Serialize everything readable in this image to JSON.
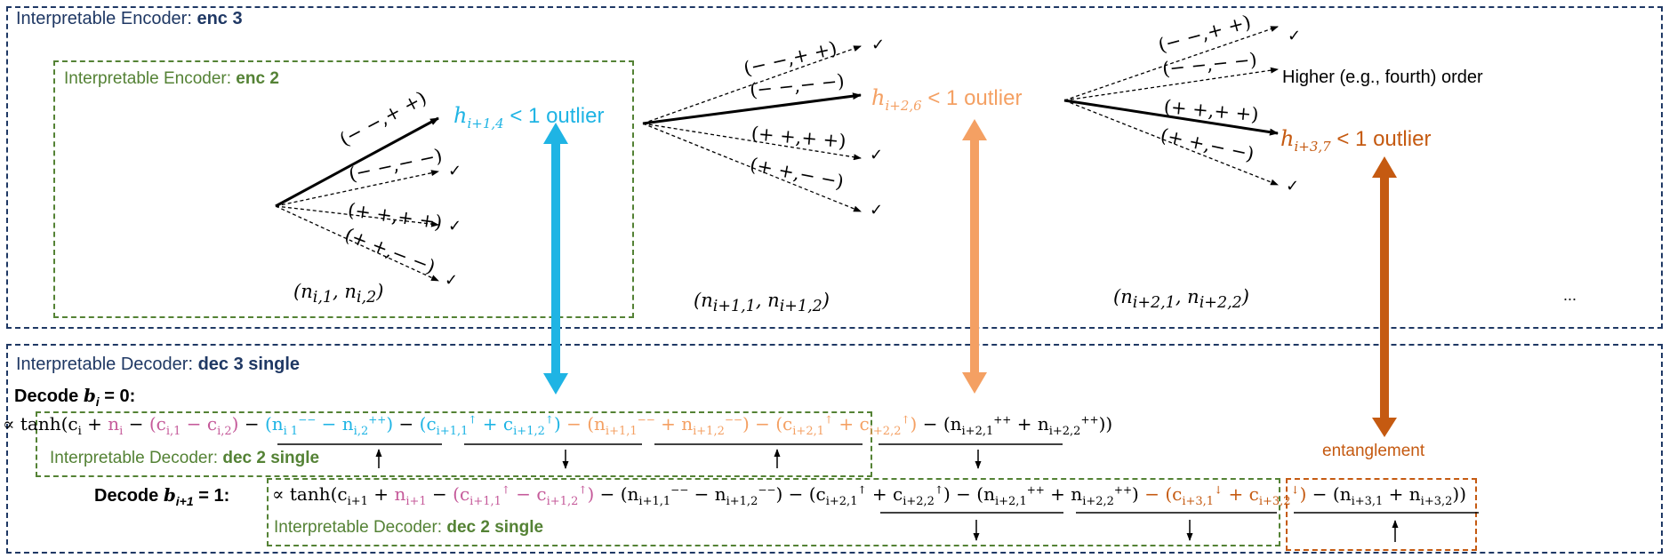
{
  "encoder3": {
    "title_prefix": "Interpretable Encoder: ",
    "title_bold": "enc 3"
  },
  "encoder2": {
    "title_prefix": "Interpretable Encoder: ",
    "title_bold": "enc 2"
  },
  "signs": {
    "g1": [
      "(− −,+ +)",
      "(− −,− −)",
      "(+ +,+ +)",
      "(+ +,− −)"
    ],
    "g2": [
      "(− −,+ +)",
      "(− −,− −)",
      "(+ +,+ +)",
      "(+ +,− −)"
    ],
    "g3": [
      "(− −,+ +)",
      "(− −,− −)",
      "(+ +,+ +)",
      "(+ +,− −)"
    ]
  },
  "check_mark": "✓",
  "outliers": {
    "o1": {
      "var": "h",
      "sub": "i+1,4",
      "text": " < 1 outlier"
    },
    "o2": {
      "var": "h",
      "sub": "i+2,6",
      "text": " < 1 outlier"
    },
    "o3": {
      "var": "h",
      "sub": "i+3,7",
      "text": " < 1 outlier"
    }
  },
  "higher_order": "Higher (e.g., fourth) order",
  "pairs": {
    "p1": "(n<sub>i,1</sub>, n<sub>i,2</sub>)",
    "p2": "(n<sub>i+1,1</sub>, n<sub>i+1,2</sub>)",
    "p3": "(n<sub>i+2,1</sub>, n<sub>i+2,2</sub>)"
  },
  "ellipsis": "...",
  "decoder3": {
    "title_prefix": "Interpretable Decoder: ",
    "title_bold": "dec 3 single"
  },
  "decode0": {
    "label": "Decode ",
    "var": "b",
    "sub": "i",
    "rest": " = 0:"
  },
  "decode1": {
    "label": "Decode ",
    "var": "b",
    "sub": "i+1",
    "rest": " = 1:"
  },
  "decoder2a": {
    "title_prefix": "Interpretable Decoder: ",
    "title_bold": "dec 2 single"
  },
  "decoder2b": {
    "title_prefix": "Interpretable Decoder: ",
    "title_bold": "dec 2 single"
  },
  "entanglement": "entanglement",
  "colors": {
    "navy": "#1f3864",
    "green": "#548235",
    "cyan": "#1fb4e4",
    "orange": "#f4a063",
    "brown": "#c55a11",
    "pink": "#c55a9a"
  }
}
